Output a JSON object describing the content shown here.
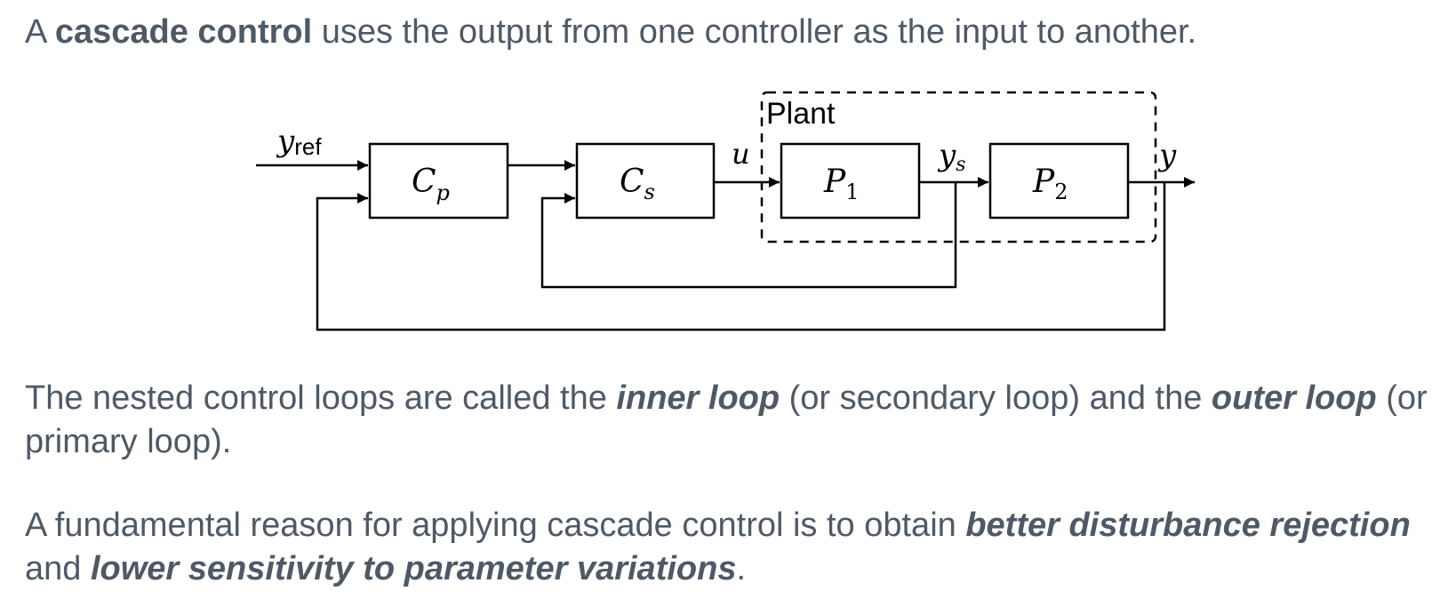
{
  "intro": {
    "t1": "A ",
    "b1": "cascade control",
    "t2": " uses the output from one controller as the input to another."
  },
  "loops": {
    "t1": "The nested control loops are called the ",
    "b1": "inner loop",
    "t2": " (or secondary loop) and the ",
    "b2": "outer loop",
    "t3": " (or primary loop)."
  },
  "reason": {
    "t1": "A fundamental reason for applying cascade control is to obtain ",
    "b1": "better disturbance rejection",
    "t2": " and ",
    "b2": "lower sensitivity to parameter variations",
    "t3": "."
  },
  "diagram": {
    "plant_label": "Plant",
    "blocks": {
      "cp": {
        "main": "C",
        "sub": "p"
      },
      "cs": {
        "main": "C",
        "sub": "s"
      },
      "p1": {
        "main": "P",
        "sub": "1"
      },
      "p2": {
        "main": "P",
        "sub": "2"
      }
    },
    "signals": {
      "yref": {
        "main": "y",
        "sub": "ref"
      },
      "u": "u",
      "ys": {
        "main": "y",
        "sub": "s"
      },
      "y": "y"
    }
  }
}
